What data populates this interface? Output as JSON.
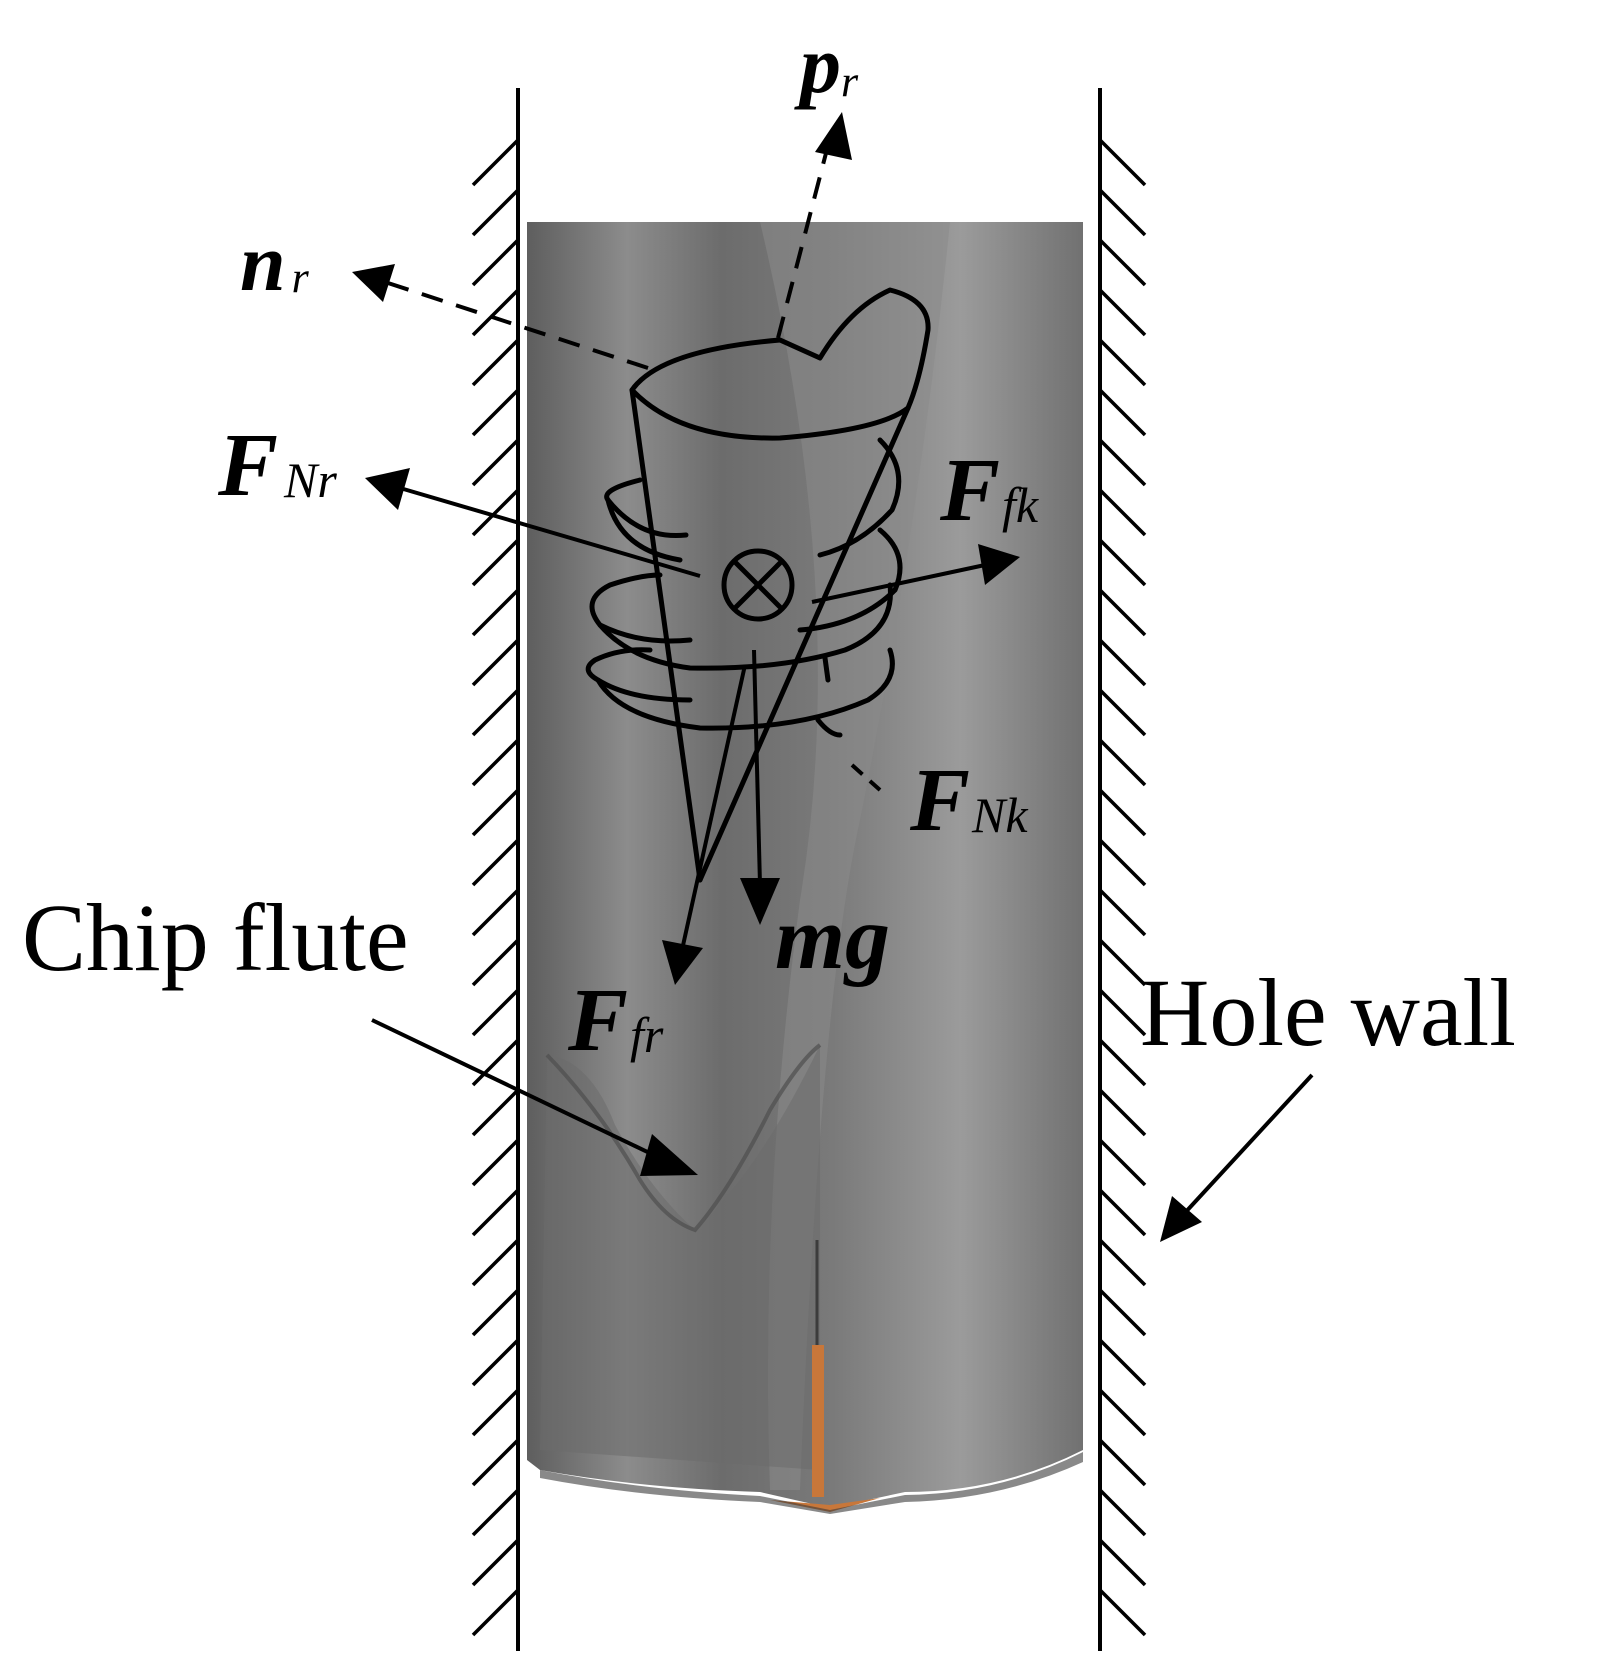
{
  "labels": {
    "p_r": {
      "main": "p",
      "sub": "r"
    },
    "n_r": {
      "main": "n",
      "sub": "r"
    },
    "F_Nr": {
      "main": "F",
      "sub": "Nr"
    },
    "F_fk": {
      "main": "F",
      "sub": "fk"
    },
    "F_Nk": {
      "main": "F",
      "sub": "Nk"
    },
    "mg": "mg",
    "F_fr": {
      "main": "F",
      "sub": "fr"
    },
    "chip_flute": "Chip flute",
    "hole_wall": "Hole wall"
  },
  "colors": {
    "line": "#000000",
    "drill_dark": "#6a6a6a",
    "drill_light": "#9a9a9a",
    "cutting_edge": "#c8773a",
    "background": "#ffffff"
  }
}
